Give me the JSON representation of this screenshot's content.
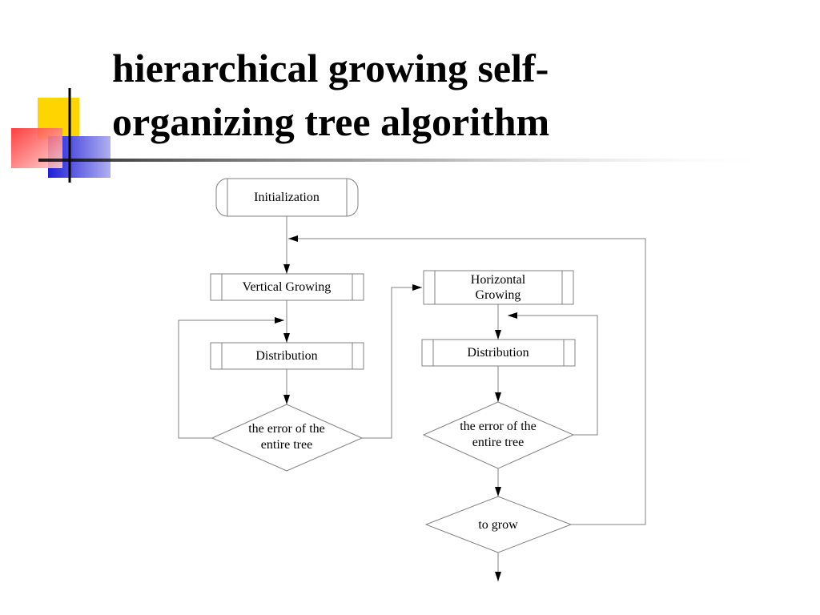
{
  "slide": {
    "title_line1": "hierarchical growing self-",
    "title_line2": "organizing tree algorithm"
  },
  "colors": {
    "yellow_square": "#ffd500",
    "red_square": "#ff3030",
    "blue_square": "#2020d0",
    "line": "#808080",
    "text": "#000000"
  },
  "flowchart": {
    "initialization": "Initialization",
    "vertical_growing": "Vertical Growing",
    "distribution_left": "Distribution",
    "error_left_line1": "the error of the",
    "error_left_line2": "entire tree",
    "horizontal_growing_line1": "Horizontal",
    "horizontal_growing_line2": "Growing",
    "distribution_right": "Distribution",
    "error_right_line1": "the error of the",
    "error_right_line2": "entire tree",
    "to_grow": "to grow"
  }
}
